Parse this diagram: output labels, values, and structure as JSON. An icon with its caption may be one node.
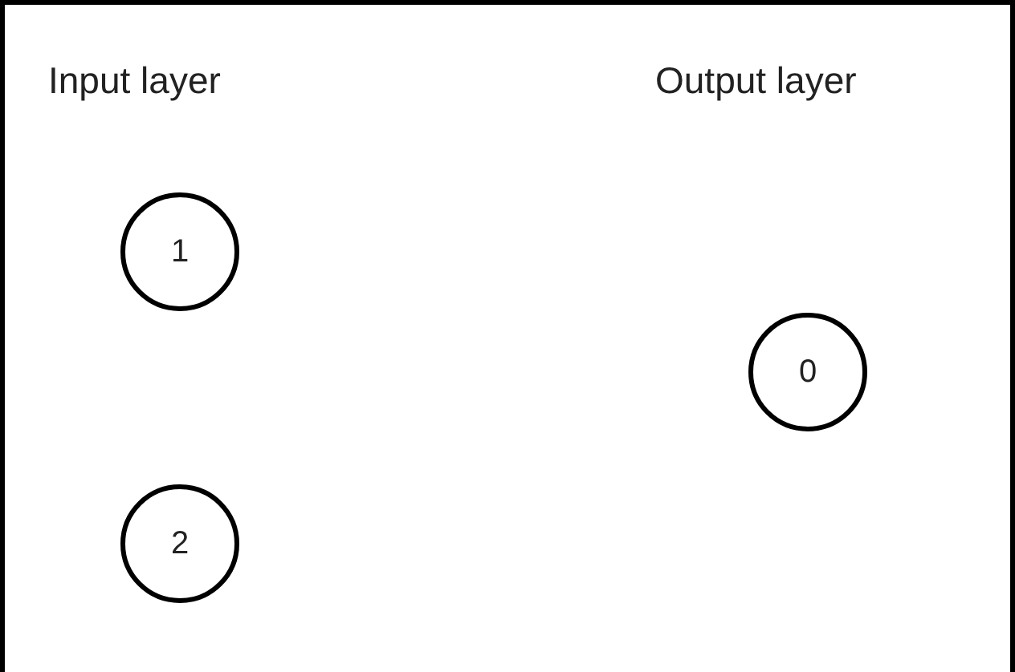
{
  "diagram": {
    "nodes": [
      {
        "text": [
          "1"
        ]
      },
      {
        "text": [
          "0"
        ]
      },
      {
        "text": [
          "2"
        ]
      }
    ],
    "labels": [
      "Input layer",
      "Output layer"
    ]
  }
}
